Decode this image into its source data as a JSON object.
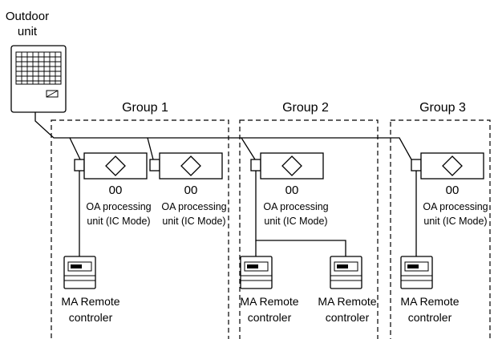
{
  "outdoor": {
    "label_line1": "Outdoor",
    "label_line2": "unit"
  },
  "groups": [
    {
      "label": "Group 1"
    },
    {
      "label": "Group 2"
    },
    {
      "label": "Group 3"
    }
  ],
  "oa_units": [
    {
      "address": "00",
      "label_line1": "OA processing",
      "label_line2": "unit (IC Mode)"
    },
    {
      "address": "00",
      "label_line1": "OA processing",
      "label_line2": "unit (IC Mode)"
    },
    {
      "address": "00",
      "label_line1": "OA processing",
      "label_line2": "unit (IC Mode)"
    },
    {
      "address": "00",
      "label_line1": "OA processing",
      "label_line2": "unit (IC Mode)"
    }
  ],
  "remotes": [
    {
      "label_line1": "MA Remote",
      "label_line2": "controler"
    },
    {
      "label_line1": "MA Remote",
      "label_line2": "controler"
    },
    {
      "label_line1": "MA Remote",
      "label_line2": "controler"
    },
    {
      "label_line1": "MA Remote",
      "label_line2": "controler"
    }
  ]
}
